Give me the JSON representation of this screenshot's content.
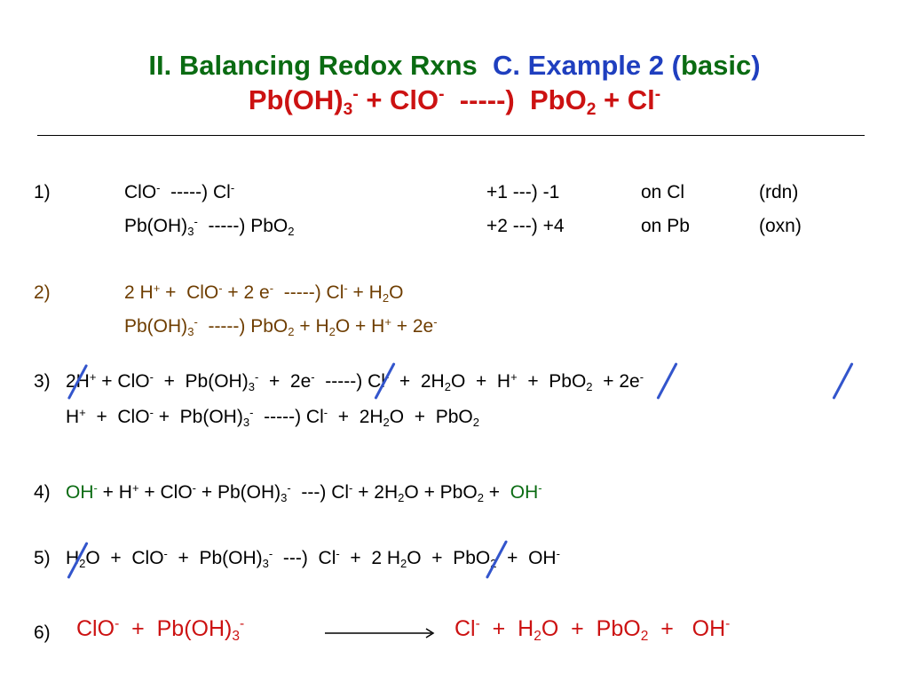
{
  "title": {
    "prefix": "II. Balancing Redox Rxns",
    "example": "C. Example 2 (",
    "basic": "basic",
    "close": ")"
  },
  "subtitle": {
    "a": "Pb(OH)",
    "a_sub": "3",
    "a_sup": "-",
    "b": " + ClO",
    "b_sup": "-",
    "c": "  -----)  PbO",
    "c_sub": "2",
    "d": " + Cl",
    "d_sup": "-"
  },
  "step1": {
    "label": "1)",
    "r1": {
      "eq_a": "ClO",
      "eq_a_sup": "-",
      "eq_b": "  -----) Cl",
      "eq_b_sup": "-",
      "change": "+1 ---) -1",
      "element": "on Cl",
      "type": "(rdn)"
    },
    "r2": {
      "eq_a": "Pb(OH)",
      "eq_a_sub": "3",
      "eq_a_sup": "-",
      "eq_b": "  -----) PbO",
      "eq_b_sub": "2",
      "change": "+2 ---) +4",
      "element": "on Pb",
      "type": "(oxn)"
    }
  },
  "step2": {
    "label": "2)",
    "r1": {
      "a": "2 H",
      "a_sup": "+",
      "b": " +  ClO",
      "b_sup": "-",
      "c": " + 2 e",
      "c_sup": "-",
      "d": "  -----) Cl",
      "d_sup": "-",
      "e": " + H",
      "e_sub": "2",
      "f": "O"
    },
    "r2": {
      "a": "Pb(OH)",
      "a_sub": "3",
      "a_sup": "-",
      "b": "  -----) PbO",
      "b_sub": "2",
      "c": " + H",
      "c_sub": "2",
      "d": "O + H",
      "d_sup": "+",
      "e": " + 2e",
      "e_sup": "-"
    }
  },
  "step3": {
    "label": "3)",
    "r1": {
      "a": "2H",
      "a_sup": "+",
      "b": " + ClO",
      "b_sup": "-",
      "c": "  +  Pb(OH)",
      "c_sub": "3",
      "c_sup": "-",
      "d": "  +  2e",
      "d_sup": "-",
      "e": "  -----) Cl",
      "e_sup": "-",
      "f": "  +  2H",
      "f_sub": "2",
      "g": "O  +  H",
      "g_sup": "+",
      "h": "  +  PbO",
      "h_sub": "2",
      "i": "  + 2e",
      "i_sup": "-"
    },
    "r2": {
      "a": "H",
      "a_sup": "+",
      "b": "  +  ClO",
      "b_sup": "-",
      "c": " +  Pb(OH)",
      "c_sub": "3",
      "c_sup": "-",
      "d": "  -----) Cl",
      "d_sup": "-",
      "e": "  +  2H",
      "e_sub": "2",
      "f": "O  +  PbO",
      "f_sub": "2"
    }
  },
  "step4": {
    "label": "4)",
    "oh1": "OH",
    "oh1_sup": "-",
    "a": " + H",
    "a_sup": "+",
    "b": " + ClO",
    "b_sup": "-",
    "c": " + Pb(OH)",
    "c_sub": "3",
    "c_sup": "-",
    "d": "  ---) Cl",
    "d_sup": "-",
    "e": " + 2H",
    "e_sub": "2",
    "f": "O + PbO",
    "f_sub": "2",
    "g": " +  ",
    "oh2": "OH",
    "oh2_sup": "-"
  },
  "step5": {
    "label": "5)",
    "a": "H",
    "a_sub": "2",
    "b": "O  +  ClO",
    "b_sup": "-",
    "c": "  +  Pb(OH)",
    "c_sub": "3",
    "c_sup": "-",
    "d": "  ---)  Cl",
    "d_sup": "-",
    "e": "  +  2 H",
    "e_sub": "2",
    "f": "O  +  PbO",
    "f_sub": "2",
    "g": "  +  OH",
    "g_sup": "-"
  },
  "step6": {
    "label": "6)",
    "left_a": "ClO",
    "left_a_sup": "-",
    "left_b": "  +  Pb(OH)",
    "left_b_sub": "3",
    "left_b_sup": "-",
    "right_a": "Cl",
    "right_a_sup": "-",
    "right_b": "  +  H",
    "right_b_sub": "2",
    "right_c": "O  +  PbO",
    "right_c_sub": "2",
    "right_d": "  +   OH",
    "right_d_sup": "-"
  },
  "colors": {
    "title_green": "#0a6b12",
    "title_blue": "#1f3fbf",
    "highlight_red": "#cc1212",
    "step_brown": "#6e3d00",
    "cancel_blue": "#3355cc"
  }
}
